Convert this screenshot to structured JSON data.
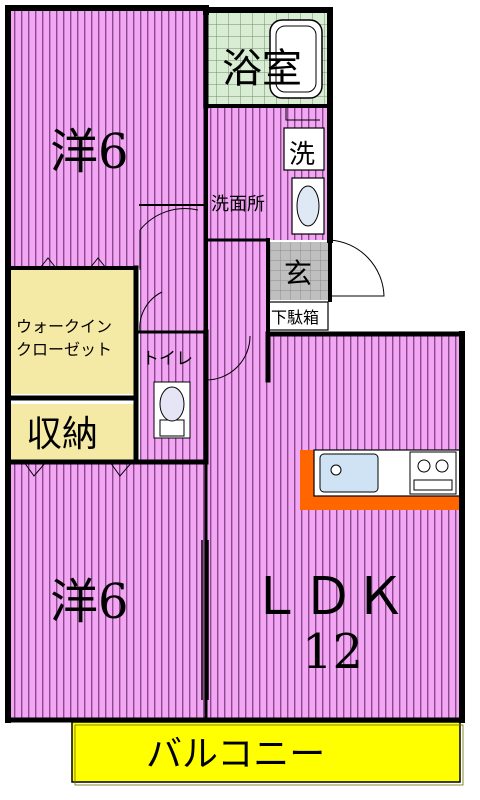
{
  "rooms": {
    "western_room_top": "洋6",
    "western_room_bottom": "洋6",
    "bath": "浴室",
    "washing": "洗",
    "washroom": "洗面所",
    "entrance": "玄",
    "shoe_cabinet": "下駄箱",
    "walk_in_closet_line1": "ウォークイン",
    "walk_in_closet_line2": "クローゼット",
    "toilet": "トイレ",
    "storage": "収納",
    "ldk_line1": "ＬＤＫ",
    "ldk_line2": "12",
    "balcony": "バルコニー"
  },
  "colors": {
    "room_pink": "#f2a6f4",
    "room_stripe": "#8a4a8c",
    "closet_yellow": "#f5e9a6",
    "balcony_yellow": "#ffff00",
    "wet_green": "#d9ecd4",
    "entrance_gray": "#bfbfbf",
    "kitchen_orange": "#ff6600",
    "wall": "#000000"
  }
}
